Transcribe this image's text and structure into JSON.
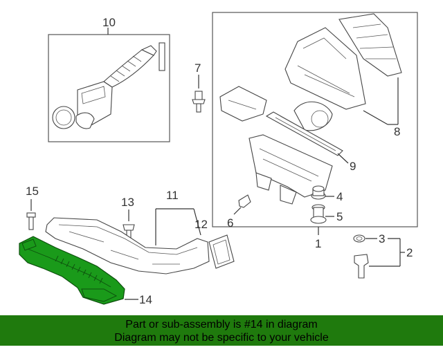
{
  "callouts": {
    "c1": "1",
    "c2": "2",
    "c3": "3",
    "c4": "4",
    "c5": "5",
    "c6": "6",
    "c7": "7",
    "c8": "8",
    "c9": "9",
    "c10": "10",
    "c11": "11",
    "c12": "12",
    "c13": "13",
    "c14": "14",
    "c15": "15"
  },
  "banner": {
    "line1": "Part or sub-assembly is #14 in diagram",
    "line2": "Diagram may not be specific to your vehicle"
  },
  "colors": {
    "highlight": "#1a9a1a",
    "banner_bg": "#1f7a0d",
    "line": "#333333"
  }
}
